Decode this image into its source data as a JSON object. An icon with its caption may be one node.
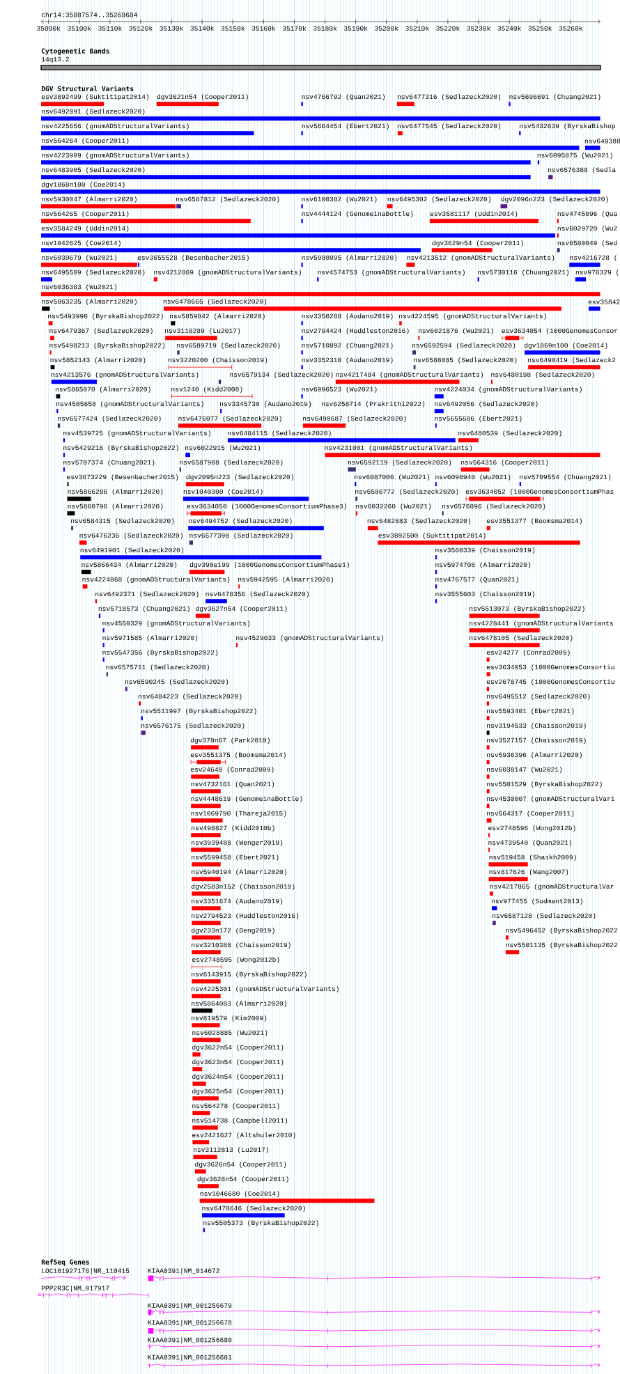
{
  "diagram": {
    "labels": [
      "chr14:35087574..35269684",
      "35090k",
      "35100k",
      "35110k",
      "35120k",
      "35130k",
      "35140k",
      "35150k",
      "35160k",
      "35170k",
      "35180k",
      "35190k",
      "35200k",
      "35210k",
      "35220k",
      "35230k",
      "35240k",
      "35250k",
      "35260k",
      "Cytogenetic Bands",
      "14q13.2",
      "DGV Structural Variants",
      "esv3892499 (Suktitipat2014)",
      "dgv3621n54 (Cooper2011)",
      "nsv4766792 (Quan2021)",
      "nsv6477316 (Sedlazeck2020)",
      "nsv5696691 (Chuang2021)",
      "nsv6492091 (Sedlazeck2020)",
      "nsv4225656 (gnomADStructuralVariants)",
      "nsv5664454 (Ebert2021)",
      "nsv6477545 (Sedlazeck2020)",
      "nsv5432839 (ByrskaBishop",
      "nsv564264 (Cooper2011)",
      "nsv649388",
      "nsv4223909 (gnomADStructuralVariants)",
      "nsv6095875 (Wu2021)",
      "nsv6483905 (Sedlazeck2020)",
      "nsv6576388 (Sedla",
      "dgv1868n100 (Coe2014)",
      "nsv5930047 (Almarri2020)",
      "nsv6587812 (Sedlazeck2020)",
      "nsv6100382 (Wu2021)",
      "nsv6495302 (Sedlazeck2020)",
      "dgv2096n223 (Sedlazeck2020)",
      "nsv564265 (Cooper2011)",
      "nsv4444124 (GenomeinaBottle)",
      "esv3581117 (Uddin2014)",
      "nsv4745096 (Qua",
      "esv3584249 (Uddin2014)",
      "nsv6029720 (Wu2",
      "nsv1042625 (Coe2014)",
      "dgv3629n54 (Cooper2011)",
      "nsv6580049 (Sed",
      "nsv6030679 (Wu2021)",
      "esv3655528 (Besenbacher2015)",
      "nsv5980095 (Almarri2020)",
      "nsv4213512 (gnomADStructuralVariants)",
      "nsv4216728 (",
      "nsv6495509 (Sedlazeck2020)",
      "nsv4212869 (gnomADStructuralVariants)",
      "nsv4574753 (gnomADStructuralVariants)",
      "nsv5730116 (Chuang2021)",
      "nsv976329 (",
      "nsv6036383 (Wu2021)",
      "nsv5863235 (Almarri2020)",
      "nsv6478665 (Sedlazeck2020)",
      "esv35842",
      "nsv5493990 (ByrskaBishop2022)",
      "nsv5859842 (Almarri2020)",
      "nsv3350288 (Audano2019)",
      "nsv4224595 (gnomADStructuralVariants)",
      "nsv6479367 (Sedlazeck2020)",
      "nsv3118289 (Lu2017)",
      "nsv2794424 (Huddleston2016)",
      "nsv6021876 (Wu2021)",
      "esv3634054 (1000GenomesConsor",
      "nsv5498213 (ByrskaBishop2022)",
      "nsv6589719 (Sedlazeck2020)",
      "nsv5710892 (Chuang2021)",
      "nsv6592594 (Sedlazeck2020)",
      "dgv1869n100 (Coe2014)",
      "nsv5852143 (Almarri2020)",
      "nsv3220200 (Chaisson2019)",
      "nsv3352310 (Audano2019)",
      "nsv6588085 (Sedlazeck2020)",
      "nsv6490419 (Sedlazeck2",
      "nsv4213576 (gnomADStructuralVariants)",
      "nsv6579134 (Sedlazeck2020)",
      "nsv4217484 (gnomADStructuralVariants)",
      "nsv6480198 (Sedlazeck2020)",
      "nsv5865070 (Almarri2020)",
      "nsv1240 (Kidd2008)",
      "nsv6096523 (Wu2021)",
      "nsv4224034 (gnomADStructuralVariants)",
      "nsv4505658 (gnomADStructuralVariants)",
      "nsv3345730 (Audano2019)",
      "nsv6258714 (Prakrithi2022)",
      "nsv6492056 (Sedlazeck2020)",
      "nsv6577424 (Sedlazeck2020)",
      "nsv6476077 (Sedlazeck2020)",
      "nsv6490687 (Sedlazeck2020)",
      "nsv5655686 (Ebert2021)",
      "nsv4539725 (gnomADStructuralVariants)",
      "nsv6484115 (Sedlazeck2020)",
      "nsv6480539 (Sedlazeck2020)",
      "nsv5429218 (ByrskaBishop2022)",
      "nsv6022915 (Wu2021)",
      "nsv4231001 (gnomADStructuralVariants)",
      "nsv5707374 (Chuang2021)",
      "nsv6587908 (Sedlazeck2020)",
      "nsv6592119 (Sedlazeck2020)",
      "nsv564316 (Cooper2011)",
      "esv3673229 (Besenbacher2015)",
      "dgv2095n223 (Sedlazeck2020)",
      "nsv6087006 (Wu2021)",
      "nsv6090940 (Wu2021)",
      "nsv5709554 (Chuang2021)",
      "nsv5866286 (Almarri2020)",
      "nsv1040300 (Coe2014)",
      "nsv6586772 (Sedlazeck2020)",
      "esv3634052 (1000GenomesConsortiumPhas",
      "nsv5860796 (Almarri2020)",
      "esv3634050 (1000GenomesConsortiumPhase3)",
      "nsv6032260 (Wu2021)",
      "nsv6576896 (Sedlazeck2020)",
      "nsv6584315 (Sedlazeck2020)",
      "nsv6494752 (Sedlazeck2020)",
      "nsv6482883 (Sedlazeck2020)",
      "esv3551377 (Boomsma2014)",
      "nsv6476236 (Sedlazeck2020)",
      "nsv6577390 (Sedlazeck2020)",
      "esv3892500 (Suktitipat2014)",
      "nsv6491901 (Sedlazeck2020)",
      "nsv3560339 (Chaisson2019)",
      "nsv5866434 (Almarri2020)",
      "dgv390e199 (1000GenomesConsortiumPhase1)",
      "nsv5974708 (Almarri2020)",
      "nsv4224868 (gnomADStructuralVariants)",
      "nsv5942595 (Almarri2020)",
      "nsv4767577 (Quan2021)",
      "nsv6492371 (Sedlazeck2020)",
      "nsv6476356 (Sedlazeck2020)",
      "nsv3555603 (Chaisson2019)",
      "nsv5718573 (Chuang2021)",
      "dgv3627n54 (Cooper2011)",
      "nsv5513073 (ByrskaBishop2022)",
      "nsv4550329 (gnomADStructuralVariants)",
      "nsv4228441 (gnomADStructuralVariants",
      "nsv5971585 (Almarri2020)",
      "nsv4529033 (gnomADStructuralVariants)",
      "nsv6478105 (Sedlazeck2020)",
      "nsv5547356 (ByrskaBishop2022)",
      "esv24277 (Conrad2009)",
      "nsv6575711 (Sedlazeck2020)",
      "esv3634053 (1000GenomesConsortiu",
      "nsv6590245 (Sedlazeck2020)",
      "esv2678745 (1000GenomesConsortiu",
      "nsv6484223 (Sedlazeck2020)",
      "nsv6495512 (Sedlazeck2020)",
      "nsv5511997 (ByrskaBishop2022)",
      "nsv5593401 (Ebert2021)",
      "nsv6576175 (Sedlazeck2020)",
      "nsv3194533 (Chaisson2019)",
      "dgv370n67 (Park2010)",
      "nsv3527157 (Chaisson2019)",
      "esv3551375 (Boomsma2014)",
      "nsv5936396 (Almarri2020)",
      "esv24640 (Conrad2009)",
      "nsv6038147 (Wu2021)",
      "nsv4732161 (Quan2021)",
      "nsv5501529 (ByrskaBishop2022)",
      "nsv4448619 (GenomeinaBottle)",
      "nsv4530007 (gnomADStructuralVari",
      "nsv1069790 (Thareja2015)",
      "nsv564317 (Cooper2011)",
      "nsv498827 (Kidd2010b)",
      "esv2748596 (Wong2012b)",
      "nsv3939488 (Wenger2019)",
      "nsv4739540 (Quan2021)",
      "nsv5599458 (Ebert2021)",
      "nsv519458 (Shaikh2009)",
      "nsv5940194 (Almarri2020)",
      "nsv817626 (Wang2007)",
      "dgv2583n152 (Chaisson2019)",
      "nsv4217865 (gnomADStructuralVar",
      "nsv3351674 (Audano2019)",
      "nsv977455 (Sudmant2013)",
      "nsv2794523 (Huddleston2016)",
      "nsv6587128 (Sedlazeck2020)",
      "dgv233n172 (Deng2019)",
      "nsv5496452 (ByrskaBishop2022",
      "nsv3210388 (Chaisson2019)",
      "nsv5501135 (ByrskaBishop2022",
      "esv2748595 (Wong2012b)",
      "nsv6143915 (ByrskaBishop2022)",
      "nsv4225301 (gnomADStructuralVariants)",
      "nsv5864083 (Almarri2020)",
      "nsv819579 (Kim2009)",
      "nsv6028885 (Wu2021)",
      "dgv3622n54 (Cooper2011)",
      "dgv3623n54 (Cooper2011)",
      "dgv3624n54 (Cooper2011)",
      "dgv3625n54 (Cooper2011)",
      "nsv564278 (Cooper2011)",
      "nsv514738 (Campbell2011)",
      "esv2421627 (Altshuler2010)",
      "nsv3112813 (Lu2017)",
      "dgv3626n54 (Cooper2011)",
      "dgv3628n54 (Cooper2011)",
      "nsv1046680 (Coe2014)",
      "nsv6478646 (Sedlazeck2020)",
      "nsv5505373 (ByrskaBishop2022)",
      "RefSeq Genes",
      "LOC101927178|NR_110415",
      "KIAA0391|NM_014672",
      "PPP2R3C|NM_017917",
      "KIAA0391|NM_001256679",
      "KIAA0391|NM_001256678",
      "KIAA0391|NM_001256680",
      "KIAA0391|NM_001256681"
    ]
  }
}
